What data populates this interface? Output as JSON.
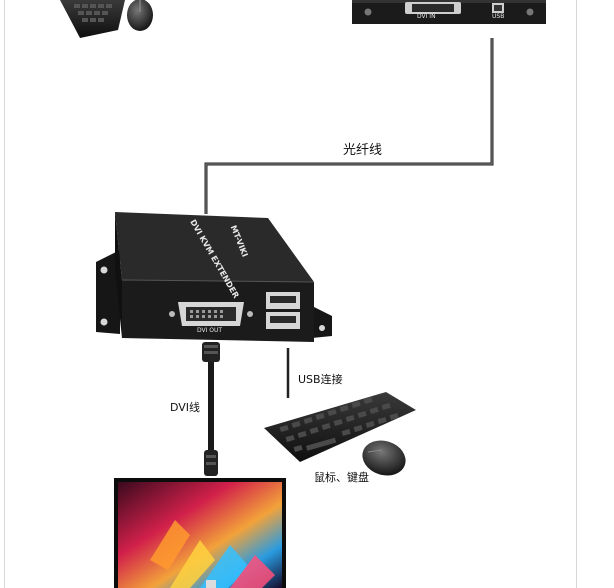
{
  "devices": {
    "receiver": {
      "port_dvi_in": "DVI IN",
      "port_usb": "USB"
    },
    "transmitter": {
      "brand": "MT-VIKI",
      "title": "DVI KVM EXTENDER",
      "port_dvi_out": "DVI OUT"
    }
  },
  "links": {
    "fiber_label": "光纤线",
    "usb_label": "USB连接",
    "dvi_label": "DVI线",
    "peripherals_label": "鼠标、键盘"
  },
  "colors": {
    "device_body": "#1b1b1b",
    "cable": "#222222",
    "background": "#ffffff"
  }
}
